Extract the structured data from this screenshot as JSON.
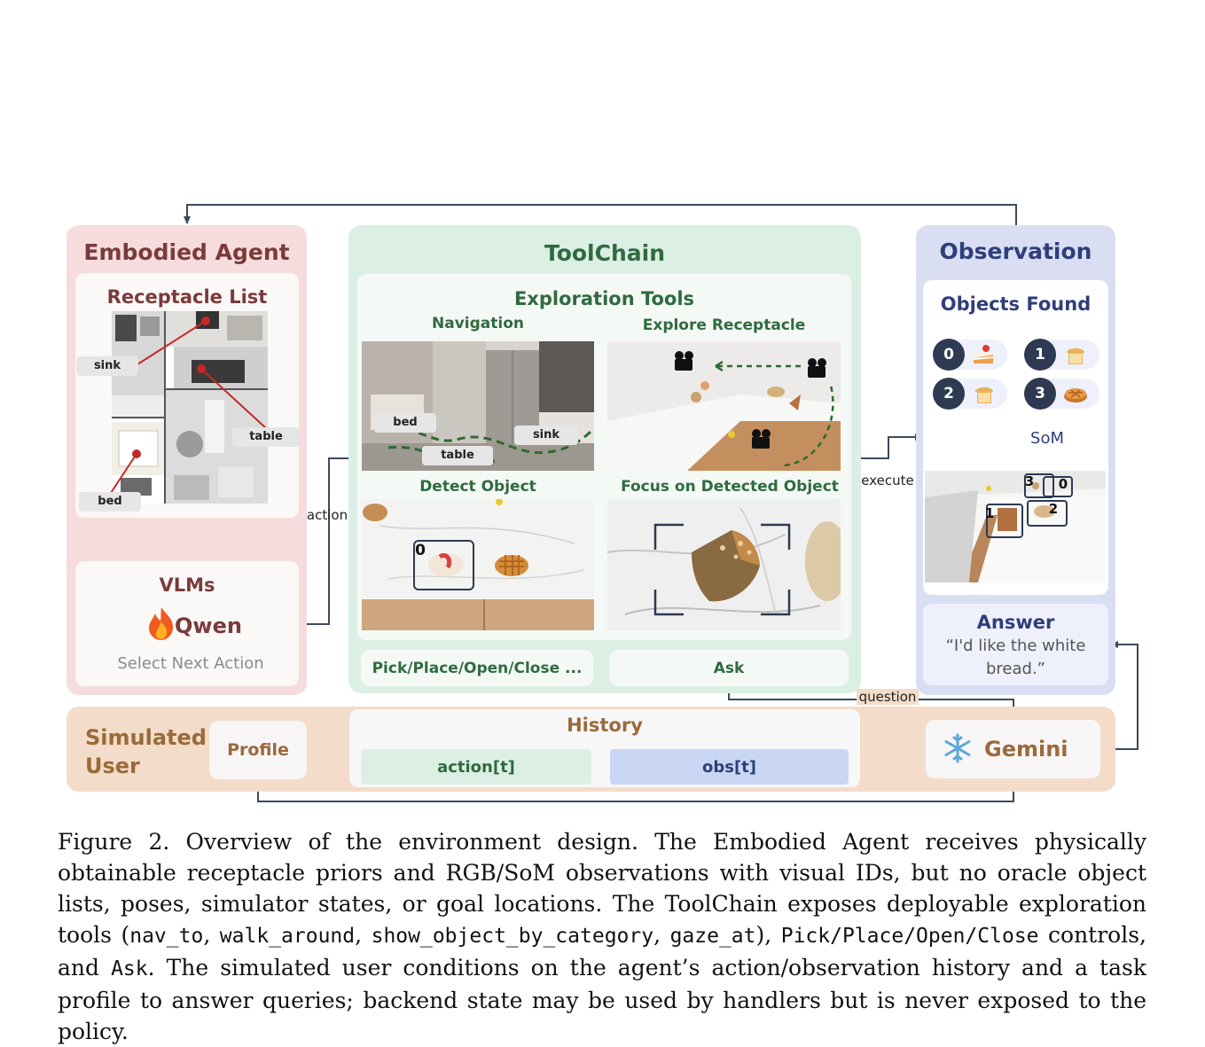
{
  "agent": {
    "title": "Embodied Agent",
    "receptacle_title": "Receptacle List",
    "receptacles": [
      "sink",
      "table",
      "bed"
    ],
    "vlms_title": "VLMs",
    "model_name": "Qwen",
    "select_action": "Select Next Action"
  },
  "toolchain": {
    "title": "ToolChain",
    "exploration_title": "Exploration Tools",
    "navigation": "Navigation",
    "nav_tags": [
      "bed",
      "sink",
      "table"
    ],
    "explore_receptacle": "Explore Receptacle",
    "detect_object": "Detect Object",
    "detect_id": "0",
    "focus_object": "Focus on Detected Object",
    "pick_place": "Pick/Place/Open/Close ...",
    "ask": "Ask"
  },
  "observation": {
    "title": "Observation",
    "objects_found": "Objects Found",
    "objects": [
      {
        "id": "0",
        "icon": "cake-icon"
      },
      {
        "id": "1",
        "icon": "bread-icon"
      },
      {
        "id": "2",
        "icon": "bread-icon"
      },
      {
        "id": "3",
        "icon": "pie-icon"
      }
    ],
    "som": "SoM",
    "som_ids": [
      "3",
      "0",
      "1",
      "2"
    ],
    "answer_title": "Answer",
    "answer_text": "“I'd like the white bread.”"
  },
  "user": {
    "title": "Simulated User",
    "profile": "Profile",
    "history_title": "History",
    "history_action": "action[t]",
    "history_obs": "obs[t]",
    "gemini": "Gemini"
  },
  "arrows": {
    "action": "action",
    "execute": "execute",
    "question": "question"
  },
  "caption": {
    "p1": "Figure 2. Overview of the environment design. The Embodied Agent receives physically obtainable receptacle priors and RGB/SoM observations with visual IDs, but no oracle object lists, poses, simulator states, or goal locations. The ToolChain exposes deployable exploration tools (",
    "c1": "nav_to",
    "s1": ", ",
    "c2": "walk_around",
    "s2": ", ",
    "c3": "show_object_by_category",
    "s3": ", ",
    "c4": "gaze_at",
    "s4": "), ",
    "c5": "Pick/Place/Open/Close",
    "s5": " controls, and ",
    "c6": "Ask",
    "p2": ". The simulated user conditions on the agent’s action/observation history and a task profile to answer queries; backend state may be used by handlers but is never exposed to the policy."
  },
  "colors": {
    "agent_bg": "#f6dcdc",
    "agent_title": "#7a3b3b",
    "toolchain_bg": "#dcefe4",
    "toolchain_title": "#2f6b3f",
    "observation_bg": "#d9def2",
    "observation_title": "#2f3f7a",
    "user_bg": "#f3dcc9",
    "user_title": "#9a6a3a"
  }
}
